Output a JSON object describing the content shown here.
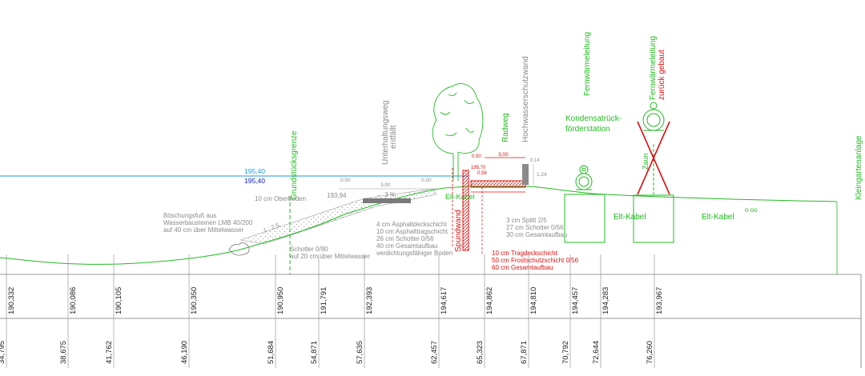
{
  "water_levels": {
    "upper": "195,40",
    "lower": "195,40"
  },
  "labels": {
    "grundstuecksgrenze": "Grundstücksgrenze",
    "unterhaltungsweg": "Unterhaltungsweg",
    "entfaellt": "entfällt",
    "radweg": "Radweg",
    "hochwasserschutzwand": "Hochwasserschutzwand",
    "fernwaermeleitung_1": "Fernwärmeleitung",
    "fernwaermeleitung_2": "Fernwärmeleitung",
    "zurueck_gebaut": "zurück gebaut",
    "kondensat_1": "Kondensatrück-",
    "kondensat_2": "förderstation",
    "kleingartenanlage": "Kleingartenanlage",
    "zaun": "Zaun",
    "spundwand": "Spundwand",
    "elt_kabel_1": "Elt-Kabel",
    "elt_kabel_2": "Elt-Kabel",
    "elt_kabel_3": "Elt-Kabel",
    "oberboden": "10 cm Oberboden",
    "boeschungsfuss_1": "Böschungsfuß aus",
    "boeschungsfuss_2": "Wasserbausteinen LMB 40/200",
    "boeschungsfuss_3": "auf 40 cm über Mittelwasser",
    "schotter_1": "Schotter 0/90",
    "schotter_2": "auf 20 cm über Mittelwasser",
    "slope": "1 : 2,5",
    "level_19394": "193,94",
    "percent": "← 3 %",
    "dim_300a": "3,00",
    "dim_050a": "0,50",
    "dim_050b": "0,50",
    "dim_300b": "3,00",
    "dim_050c": "0,50",
    "dim_124": "1,24",
    "dim_014": "0,14",
    "dim_058": "0,58",
    "level_19570": "195,70",
    "asphalt": [
      "4 cm Asphaltdeckschicht",
      "10 cm Asphalttragschicht",
      "26 cm Schotter 0/56",
      "40 cm Gesamtaufbau",
      "verdichtungsfähiger Boden"
    ],
    "splitt": [
      "3 cm Splitt 2/5",
      "27 cm Schotter 0/56",
      "30 cm Gesamtaufbau"
    ],
    "trag": [
      "10 cm Tragdeckschicht",
      "50 cm Frostschutzschicht 0/56",
      "60 cm Gesamtaufbau"
    ]
  },
  "table": {
    "heights": [
      "190,332",
      "190,086",
      "190,105",
      "190,350",
      "190,950",
      "191,791",
      "192,393",
      "194,617",
      "194,862",
      "194,810",
      "194,457",
      "194,283",
      "193,967"
    ],
    "stations": [
      "34,795",
      "38,675",
      "41,762",
      "46,190",
      "51,684",
      "54,871",
      "57,635",
      "62,457",
      "65,323",
      "67,871",
      "70,792",
      "72,644",
      "76,260"
    ]
  },
  "colors": {
    "green": "#22bb22",
    "red": "#e01010",
    "grey": "#8a8a8a",
    "blue": "#1a9ad8",
    "darkblue": "#1020c0"
  }
}
